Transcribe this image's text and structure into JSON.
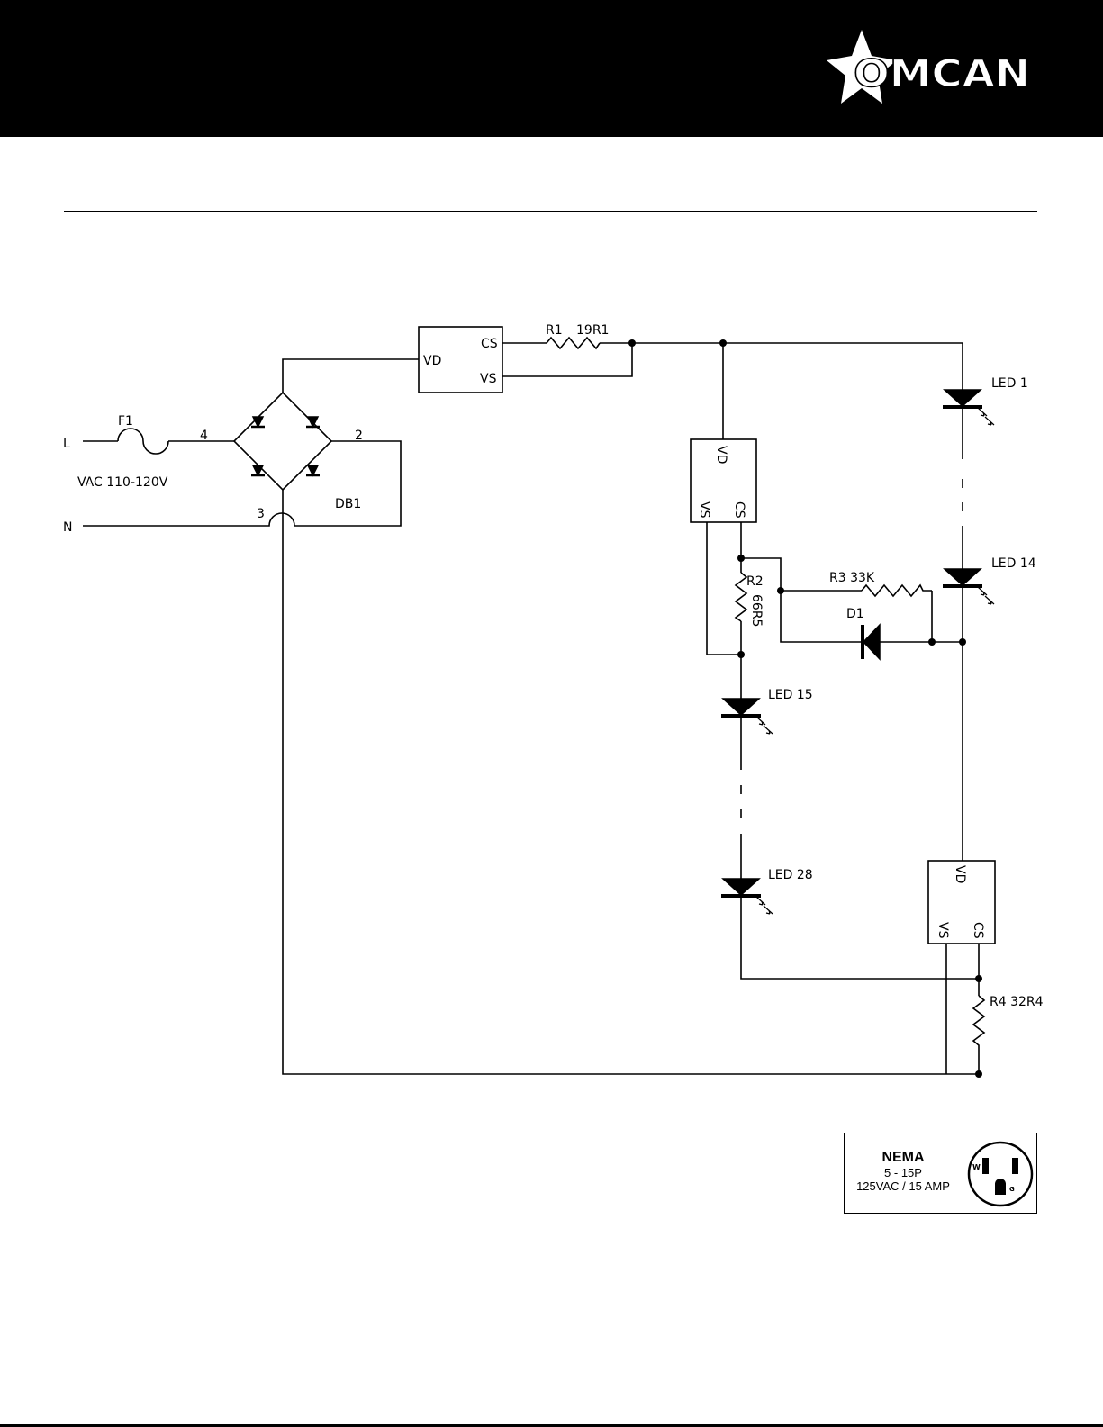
{
  "header": {
    "brand": "OMCAN"
  },
  "diagram": {
    "supply": {
      "line_label": "L",
      "neutral_label": "N",
      "voltage_label": "VAC 110-120V",
      "fuse_label": "F1"
    },
    "bridge": {
      "label": "DB1",
      "node_4": "4",
      "node_2": "2",
      "node_3": "3"
    },
    "driver_1": {
      "vd": "VD",
      "cs": "CS",
      "vs": "VS"
    },
    "driver_2": {
      "vd": "VD",
      "cs": "CS",
      "vs": "VS"
    },
    "driver_3": {
      "vd": "VD",
      "cs": "CS",
      "vs": "VS"
    },
    "r1": {
      "label": "R1",
      "value": "19R1"
    },
    "r2": {
      "label": "R2",
      "value": "66R5"
    },
    "r3": {
      "label": "R3 33K"
    },
    "r4": {
      "label": "R4 32R4"
    },
    "d1": {
      "label": "D1"
    },
    "leds": {
      "led_1": "LED 1",
      "led_14": "LED 14",
      "led_15": "LED 15",
      "led_28": "LED 28"
    }
  },
  "nema": {
    "title": "NEMA",
    "type": "5 - 15P",
    "rating": "125VAC / 15 AMP",
    "pin_w": "W",
    "pin_g": "G"
  }
}
